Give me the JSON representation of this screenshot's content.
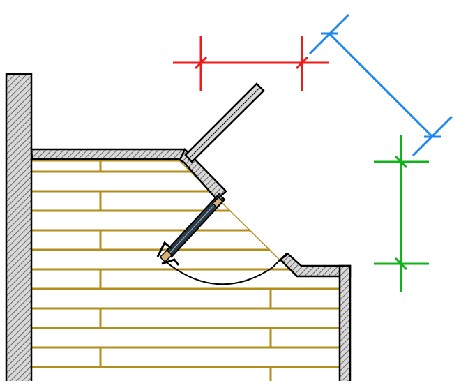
{
  "drawing": {
    "type": "architectural-plan-detail",
    "elements": [
      "left-wall",
      "top-wall",
      "chamfered-wall",
      "right-wall",
      "door-leaf",
      "door-swing-arc",
      "wood-floor-boards",
      "skylight-panel"
    ]
  },
  "colors": {
    "wall_hatch": "#9a9a9a",
    "wall_fill": "#d8d8d8",
    "outline": "#000000",
    "wood": "#b38e1c",
    "door_leaf": "#2b3a44",
    "door_hinge": "#d6b27a",
    "dim_red": "#ee1b1b",
    "dim_blue": "#1a86ee",
    "dim_green": "#11b31b"
  },
  "dimensions": [
    {
      "name": "red-dimension",
      "orientation": "horizontal",
      "color": "#ee1b1b"
    },
    {
      "name": "blue-dimension",
      "orientation": "diagonal",
      "color": "#1a86ee"
    },
    {
      "name": "green-dimension",
      "orientation": "vertical",
      "color": "#11b31b"
    }
  ]
}
